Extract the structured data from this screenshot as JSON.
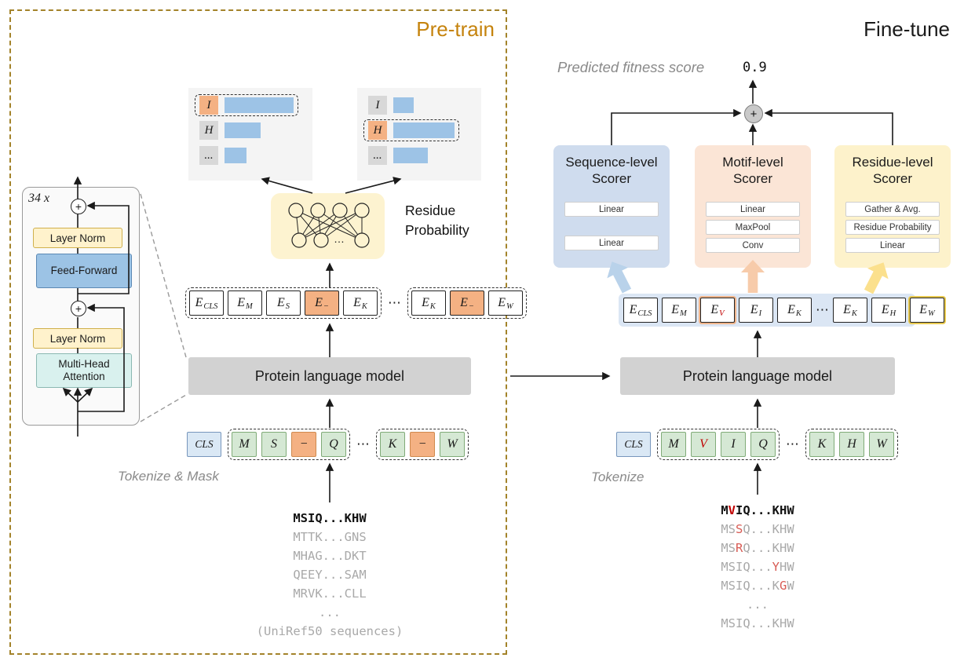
{
  "colors": {
    "pretrain_border": "#a3832a",
    "pretrain_title": "#c5830d",
    "mask_orange": "#f4b183",
    "token_green": "#d5e8d4",
    "cls_blue": "#dae8f5",
    "bar_blue": "#9dc3e6",
    "plm_gray": "#d2d2d2",
    "scorer_blue": "#cfdcee",
    "scorer_peach": "#fbe5d6",
    "scorer_yellow": "#fdf2cb",
    "nn_yellow": "#fdf3d0",
    "mutation_red": "#c00000"
  },
  "pretrain": {
    "title": "Pre-train",
    "transformer": {
      "repeat_label": "34 x",
      "sum_symbol": "+",
      "layers": [
        "Layer Norm",
        "Feed-Forward",
        "Layer Norm",
        "Multi-Head Attention"
      ]
    },
    "prob_panels": [
      {
        "rows": [
          {
            "label": "I",
            "orange": true,
            "highlighted": true,
            "bar": 88
          },
          {
            "label": "H",
            "orange": false,
            "highlighted": false,
            "bar": 46
          },
          {
            "label": "...",
            "orange": false,
            "highlighted": false,
            "bar": 28
          }
        ]
      },
      {
        "rows": [
          {
            "label": "I",
            "orange": false,
            "highlighted": false,
            "bar": 26
          },
          {
            "label": "H",
            "orange": true,
            "highlighted": true,
            "bar": 78
          },
          {
            "label": "...",
            "orange": false,
            "highlighted": false,
            "bar": 44
          }
        ]
      }
    ],
    "nn_ellipsis": "…",
    "residue_probability_label": "Residue Probability",
    "embeddings": {
      "ellipsis": "⋯",
      "groups": [
        [
          {
            "base": "E",
            "sub": "CLS"
          },
          {
            "base": "E",
            "sub": "M"
          },
          {
            "base": "E",
            "sub": "S"
          },
          {
            "base": "E",
            "sub": "−",
            "orange": true
          },
          {
            "base": "E",
            "sub": "K"
          }
        ],
        [
          {
            "base": "E",
            "sub": "K"
          },
          {
            "base": "E",
            "sub": "−",
            "orange": true
          },
          {
            "base": "E",
            "sub": "W"
          }
        ]
      ]
    },
    "plm_label": "Protein language model",
    "tokens": {
      "cls": "CLS",
      "ellipsis": "⋯",
      "groups": [
        [
          {
            "t": "M"
          },
          {
            "t": "S"
          },
          {
            "t": "−",
            "orange": true
          },
          {
            "t": "Q"
          }
        ],
        [
          {
            "t": "K"
          },
          {
            "t": "−",
            "orange": true
          },
          {
            "t": "W"
          }
        ]
      ]
    },
    "tokenize_label": "Tokenize & Mask",
    "sequences": [
      {
        "primary": true,
        "parts": [
          {
            "t": "MSIQ...KHW"
          }
        ]
      },
      {
        "parts": [
          {
            "t": "MTTK...GNS"
          }
        ]
      },
      {
        "parts": [
          {
            "t": "MHAG...DKT"
          }
        ]
      },
      {
        "parts": [
          {
            "t": "QEEY...SAM"
          }
        ]
      },
      {
        "parts": [
          {
            "t": "MRVK...CLL"
          }
        ]
      },
      {
        "parts": [
          {
            "t": "..."
          }
        ]
      },
      {
        "parts": [
          {
            "t": "(UniRef50 sequences)"
          }
        ]
      }
    ]
  },
  "finetune": {
    "title": "Fine-tune",
    "predicted_label": "Predicted fitness score",
    "score": "0.9",
    "sum_symbol": "+",
    "scorers": [
      {
        "title": "Sequence-level Scorer",
        "theme": "blue",
        "layers": [
          "Linear",
          "Linear"
        ]
      },
      {
        "title": "Motif-level Scorer",
        "theme": "peach",
        "layers": [
          "Linear",
          "MaxPool",
          "Conv"
        ]
      },
      {
        "title": "Residue-level Scorer",
        "theme": "yellow",
        "layers": [
          "Gather & Avg.",
          "Residue Probability",
          "Linear"
        ]
      }
    ],
    "embeddings": {
      "ellipsis": "⋯",
      "items": [
        {
          "base": "E",
          "sub": "CLS"
        },
        {
          "base": "E",
          "sub": "M"
        },
        {
          "base": "E",
          "sub": "V",
          "red": true,
          "outline": "peach"
        },
        {
          "base": "E",
          "sub": "I"
        },
        {
          "base": "E",
          "sub": "K"
        },
        {
          "ellipsis": true
        },
        {
          "base": "E",
          "sub": "K"
        },
        {
          "base": "E",
          "sub": "H"
        },
        {
          "base": "E",
          "sub": "W",
          "outline": "yellow"
        }
      ]
    },
    "plm_label": "Protein language model",
    "tokens": {
      "cls": "CLS",
      "ellipsis": "⋯",
      "groups": [
        [
          {
            "t": "M"
          },
          {
            "t": "V",
            "red": true
          },
          {
            "t": "I"
          },
          {
            "t": "Q"
          }
        ],
        [
          {
            "t": "K"
          },
          {
            "t": "H"
          },
          {
            "t": "W"
          }
        ]
      ]
    },
    "tokenize_label": "Tokenize",
    "sequences": [
      {
        "primary": true,
        "parts": [
          {
            "t": "M"
          },
          {
            "t": "V",
            "red": true
          },
          {
            "t": "IQ...KHW"
          }
        ]
      },
      {
        "parts": [
          {
            "t": "MS"
          },
          {
            "t": "S",
            "red": true
          },
          {
            "t": "Q...KHW"
          }
        ]
      },
      {
        "parts": [
          {
            "t": "MS"
          },
          {
            "t": "R",
            "red": true
          },
          {
            "t": "Q...KHW"
          }
        ]
      },
      {
        "parts": [
          {
            "t": "MSIQ..."
          },
          {
            "t": "Y",
            "red": true
          },
          {
            "t": "HW"
          }
        ]
      },
      {
        "parts": [
          {
            "t": "MSIQ...K"
          },
          {
            "t": "G",
            "red": true
          },
          {
            "t": "W"
          }
        ]
      },
      {
        "parts": [
          {
            "t": "..."
          }
        ]
      },
      {
        "parts": [
          {
            "t": "MSIQ...KHW"
          }
        ]
      }
    ]
  }
}
